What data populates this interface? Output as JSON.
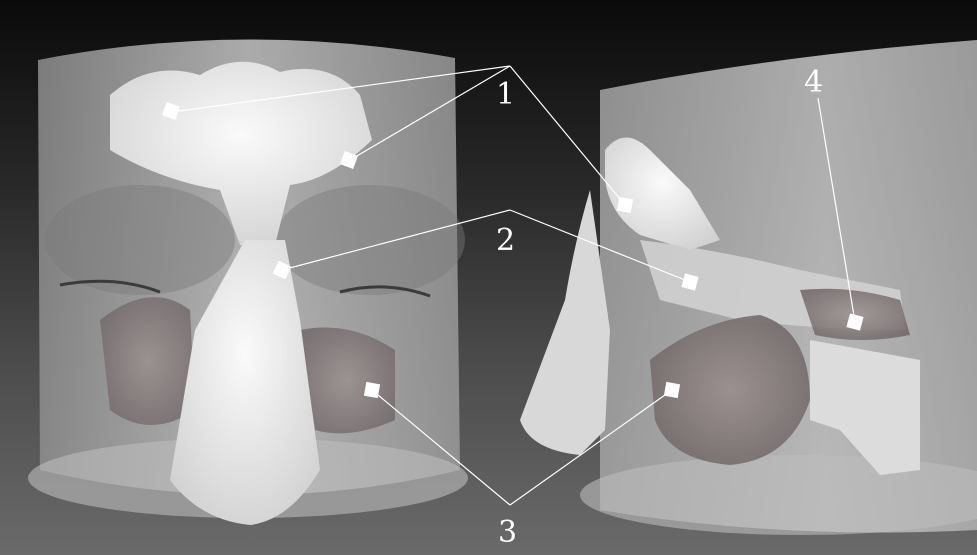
{
  "labels": {
    "one": "1",
    "two": "2",
    "three": "3",
    "four": "4"
  },
  "colors": {
    "background_top": "#0a0a0a",
    "background_bottom": "#6a6a6a",
    "bone": "#e8e8e8",
    "skin": "#b9b9b9",
    "sinus_tissue": "#8a7f7f",
    "annotation": "#ffffff"
  }
}
